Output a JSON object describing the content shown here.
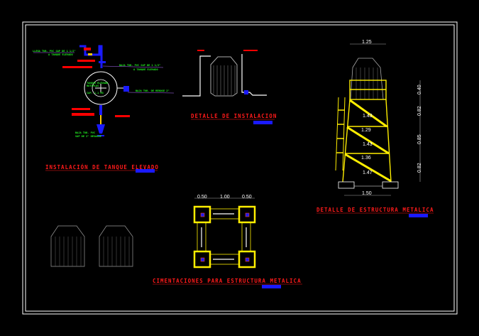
{
  "titles": {
    "installation_plan": "INSTALACIÓN DE TANQUE ELEVADO",
    "installation_detail": "DETALLE DE INSTALACION",
    "structure_detail": "DETALLE DE ESTRUCTURA METALICA",
    "foundations": "CIMENTACIONES PARA ESTRUCTURA METALICA"
  },
  "plan_labels": {
    "inlet": "LLEGA TUB. PVC SAP DE 1 1/2\"",
    "inlet2": "A TANQUE ELEVADO",
    "outlet": "BAJA TUB. PVC SAP DE 1 1/2\"",
    "outlet2": "A TANQUE ELEVADO",
    "overflow": "BAJA TUB. DE REBOSE 2\"",
    "tank": "TANQUE ELEVADO",
    "tank2": "ROTOPLAS",
    "tank3": "CAP. 1.1 M3",
    "drain": "BAJA TUB. PVC",
    "drain2": "SAP DE 2\" DESAGUE"
  },
  "structure": {
    "top_width": "1.25",
    "base_width": "1.50",
    "level_widths": [
      "1.29",
      "1.36"
    ],
    "diagonals": [
      "1.43",
      "1.43",
      "1.47"
    ],
    "heights": [
      "0.40",
      "0.82",
      "0.85",
      "0.82"
    ]
  },
  "foundation_dims": [
    "0.50",
    "1.00",
    "0.50"
  ],
  "colors": {
    "title": "#ff1a1a",
    "label": "#22ee22",
    "structure": "#ffee00",
    "pipe": "#1a1aff"
  }
}
